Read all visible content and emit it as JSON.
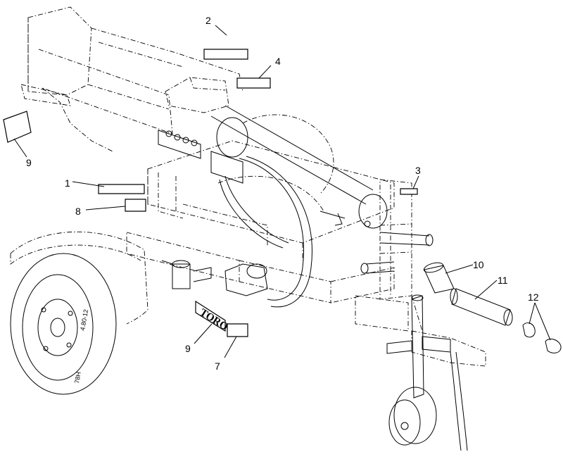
{
  "callouts": [
    {
      "id": "c2",
      "label": "2"
    },
    {
      "id": "c4",
      "label": "4"
    },
    {
      "id": "c9a",
      "label": "9"
    },
    {
      "id": "c1",
      "label": "1"
    },
    {
      "id": "c8",
      "label": "8"
    },
    {
      "id": "c3",
      "label": "3"
    },
    {
      "id": "c10",
      "label": "10"
    },
    {
      "id": "c11",
      "label": "11"
    },
    {
      "id": "c12",
      "label": "12"
    },
    {
      "id": "c9b",
      "label": "9"
    },
    {
      "id": "c7",
      "label": "7"
    }
  ],
  "logo": "TORO",
  "tire_marking_size": "4.80-12",
  "tire_marking_code": "78H"
}
